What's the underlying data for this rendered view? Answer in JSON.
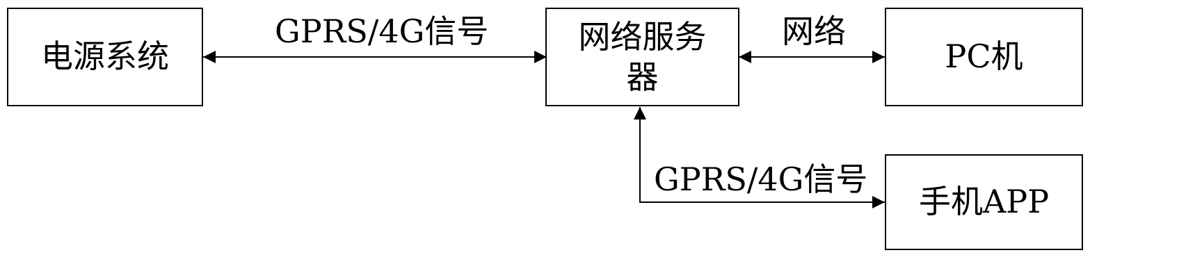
{
  "nodes": {
    "power_system": "电源系统",
    "network_server": "网络服务器",
    "pc": "PC机",
    "mobile_app": "手机APP"
  },
  "edges": {
    "power_to_server": "GPRS/4G信号",
    "server_to_pc": "网络",
    "app_to_server": "GPRS/4G信号"
  },
  "colors": {
    "line": "#000000",
    "background": "#ffffff"
  }
}
